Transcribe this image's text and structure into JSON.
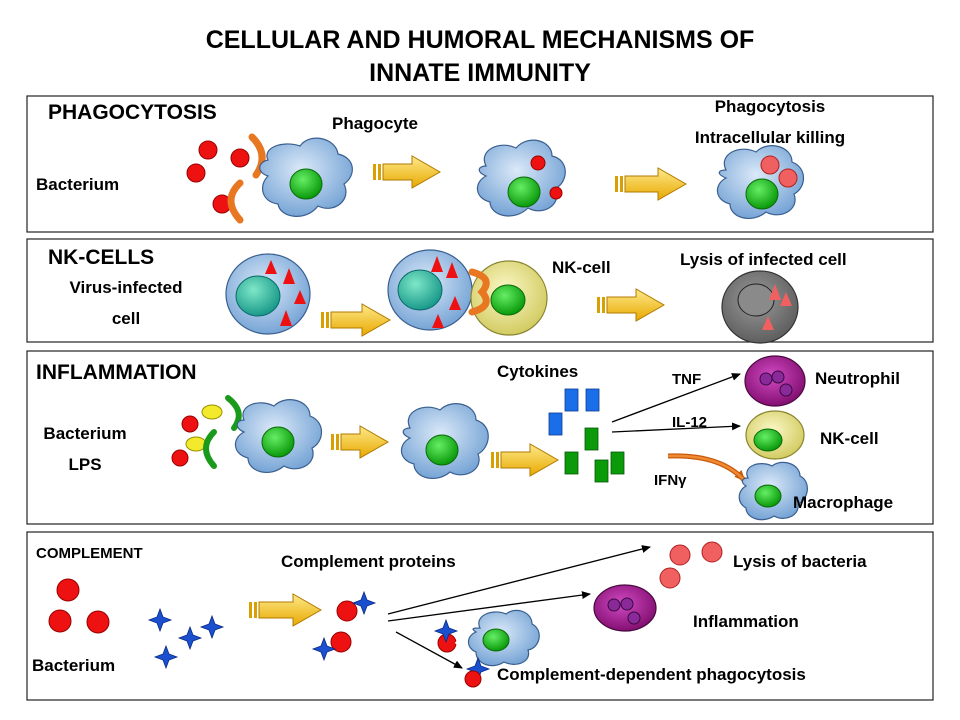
{
  "title": {
    "line1": "CELLULAR AND HUMORAL MECHANISMS OF",
    "line2": "INNATE IMMUNITY"
  },
  "phagocytosis": {
    "heading": "PHAGOCYTOSIS",
    "bacterium": "Bacterium",
    "phagocyte": "Phagocyte",
    "result_line1": "Phagocytosis",
    "result_line2": "Intracellular killing"
  },
  "nk_cells": {
    "heading": "NK-CELLS",
    "infected_line1": "Virus-infected",
    "infected_line2": "cell",
    "nk_cell": "NK-cell",
    "result": "Lysis of infected cell"
  },
  "inflammation": {
    "heading": "INFLAMMATION",
    "bacterium_line1": "Bacterium",
    "bacterium_line2": "LPS",
    "cytokines": "Cytokines",
    "tnf": "TNF",
    "il12": "IL-12",
    "ifn": "IFN",
    "ifn_greek": "γ",
    "neutrophil": "Neutrophil",
    "nk_cell": "NK-cell",
    "macrophage": "Macrophage"
  },
  "complement": {
    "heading": "COMPLEMENT",
    "bacterium": "Bacterium",
    "proteins": "Complement proteins",
    "lysis": "Lysis of bacteria",
    "inflammation": "Inflammation",
    "phagocytosis": "Complement-dependent phagocytosis"
  },
  "colors": {
    "bacterium": "#ee1111",
    "cell_body": "#9fc3ea",
    "nucleus": "#11bb11",
    "receptor": "#e87722",
    "arrow": "#f5c518",
    "nk_cell": "#e8e38a",
    "neutrophil": "#a0108a",
    "lysed_cell": "#7a7a7a",
    "complement_star": "#1a4fd0",
    "cytokine_blue": "#1a6ee8",
    "cytokine_green": "#0a9a0a",
    "lps": "#f2ea2a"
  }
}
